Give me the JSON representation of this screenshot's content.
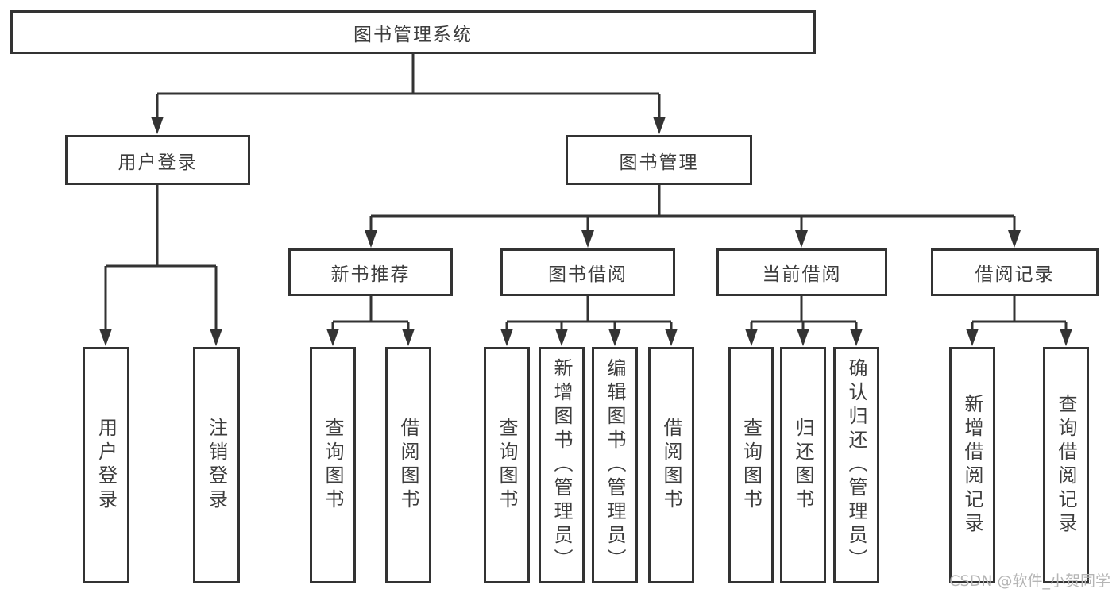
{
  "tree": {
    "root": {
      "label": "图书管理系统"
    },
    "level2": [
      {
        "label": "用户登录"
      },
      {
        "label": "图书管理"
      }
    ],
    "level3": [
      {
        "label": "新书推荐",
        "parent": "图书管理"
      },
      {
        "label": "图书借阅",
        "parent": "图书管理"
      },
      {
        "label": "当前借阅",
        "parent": "图书管理"
      },
      {
        "label": "借阅记录",
        "parent": "图书管理"
      }
    ],
    "leaves": [
      {
        "label": "用户登录",
        "parent": "用户登录"
      },
      {
        "label": "注销登录",
        "parent": "用户登录"
      },
      {
        "label": "查询图书",
        "parent": "新书推荐"
      },
      {
        "label": "借阅图书",
        "parent": "新书推荐"
      },
      {
        "label": "查询图书",
        "parent": "图书借阅"
      },
      {
        "label": "新增图书（管理员）",
        "parent": "图书借阅"
      },
      {
        "label": "编辑图书（管理员）",
        "parent": "图书借阅"
      },
      {
        "label": "借阅图书",
        "parent": "图书借阅"
      },
      {
        "label": "查询图书",
        "parent": "当前借阅"
      },
      {
        "label": "归还图书",
        "parent": "当前借阅"
      },
      {
        "label": "确认归还（管理员）",
        "parent": "当前借阅"
      },
      {
        "label": "新增借阅记录",
        "parent": "借阅记录"
      },
      {
        "label": "查询借阅记录",
        "parent": "借阅记录"
      }
    ]
  },
  "watermark": {
    "text": "CSDN @软件_小贺同学"
  },
  "colors": {
    "line": "#333333",
    "text": "#3d3d3d",
    "watermark": "#b5b5b5",
    "background": "#ffffff"
  }
}
